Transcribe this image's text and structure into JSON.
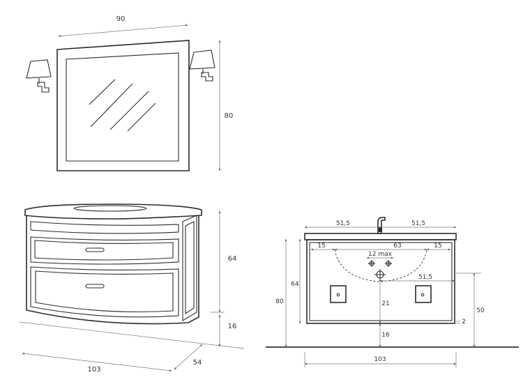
{
  "mirror": {
    "width_label": "90",
    "height_label": "80"
  },
  "vanity_perspective": {
    "height_label": "64",
    "leg_label": "16",
    "width_label": "103",
    "depth_label": "54"
  },
  "front_view": {
    "half_left_label": "51,5",
    "half_right_label": "51,5",
    "inset_left_label": "15",
    "center_label": "63",
    "inset_right_label": "15",
    "tap_label": "12 max",
    "drain_offset_label": "51,5",
    "drain_height_label": "21",
    "cabinet_height_label": "64",
    "total_height_label": "80",
    "floor_height_label": "50",
    "gap_label": "2",
    "leg_label": "16",
    "width_label": "103"
  }
}
